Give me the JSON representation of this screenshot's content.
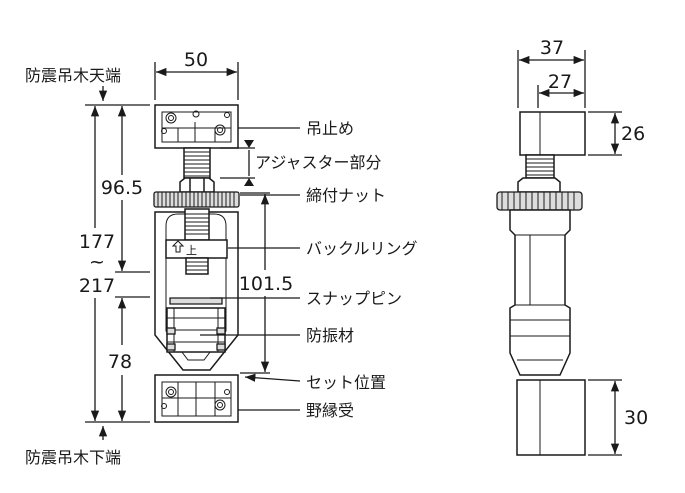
{
  "labels": {
    "top_end": "防震吊木天端",
    "bottom_end": "防震吊木下端",
    "hanger_stop": "吊止め",
    "adjuster": "アジャスター部分",
    "tightening_nut": "締付ナット",
    "buckle_ring": "バックルリング",
    "snap_pin": "スナップピン",
    "vibration_material": "防振材",
    "set_position": "セット位置",
    "ceiling_joist_receiver": "野縁受",
    "up_mark": "上"
  },
  "dimensions": {
    "front_width": "50",
    "height_min": "177",
    "tilde": "~",
    "height_max": "217",
    "upper": "96.5",
    "lower": "78",
    "body": "101.5",
    "side_width": "37",
    "side_inner": "27",
    "top_block": "26",
    "bottom_block": "30"
  }
}
